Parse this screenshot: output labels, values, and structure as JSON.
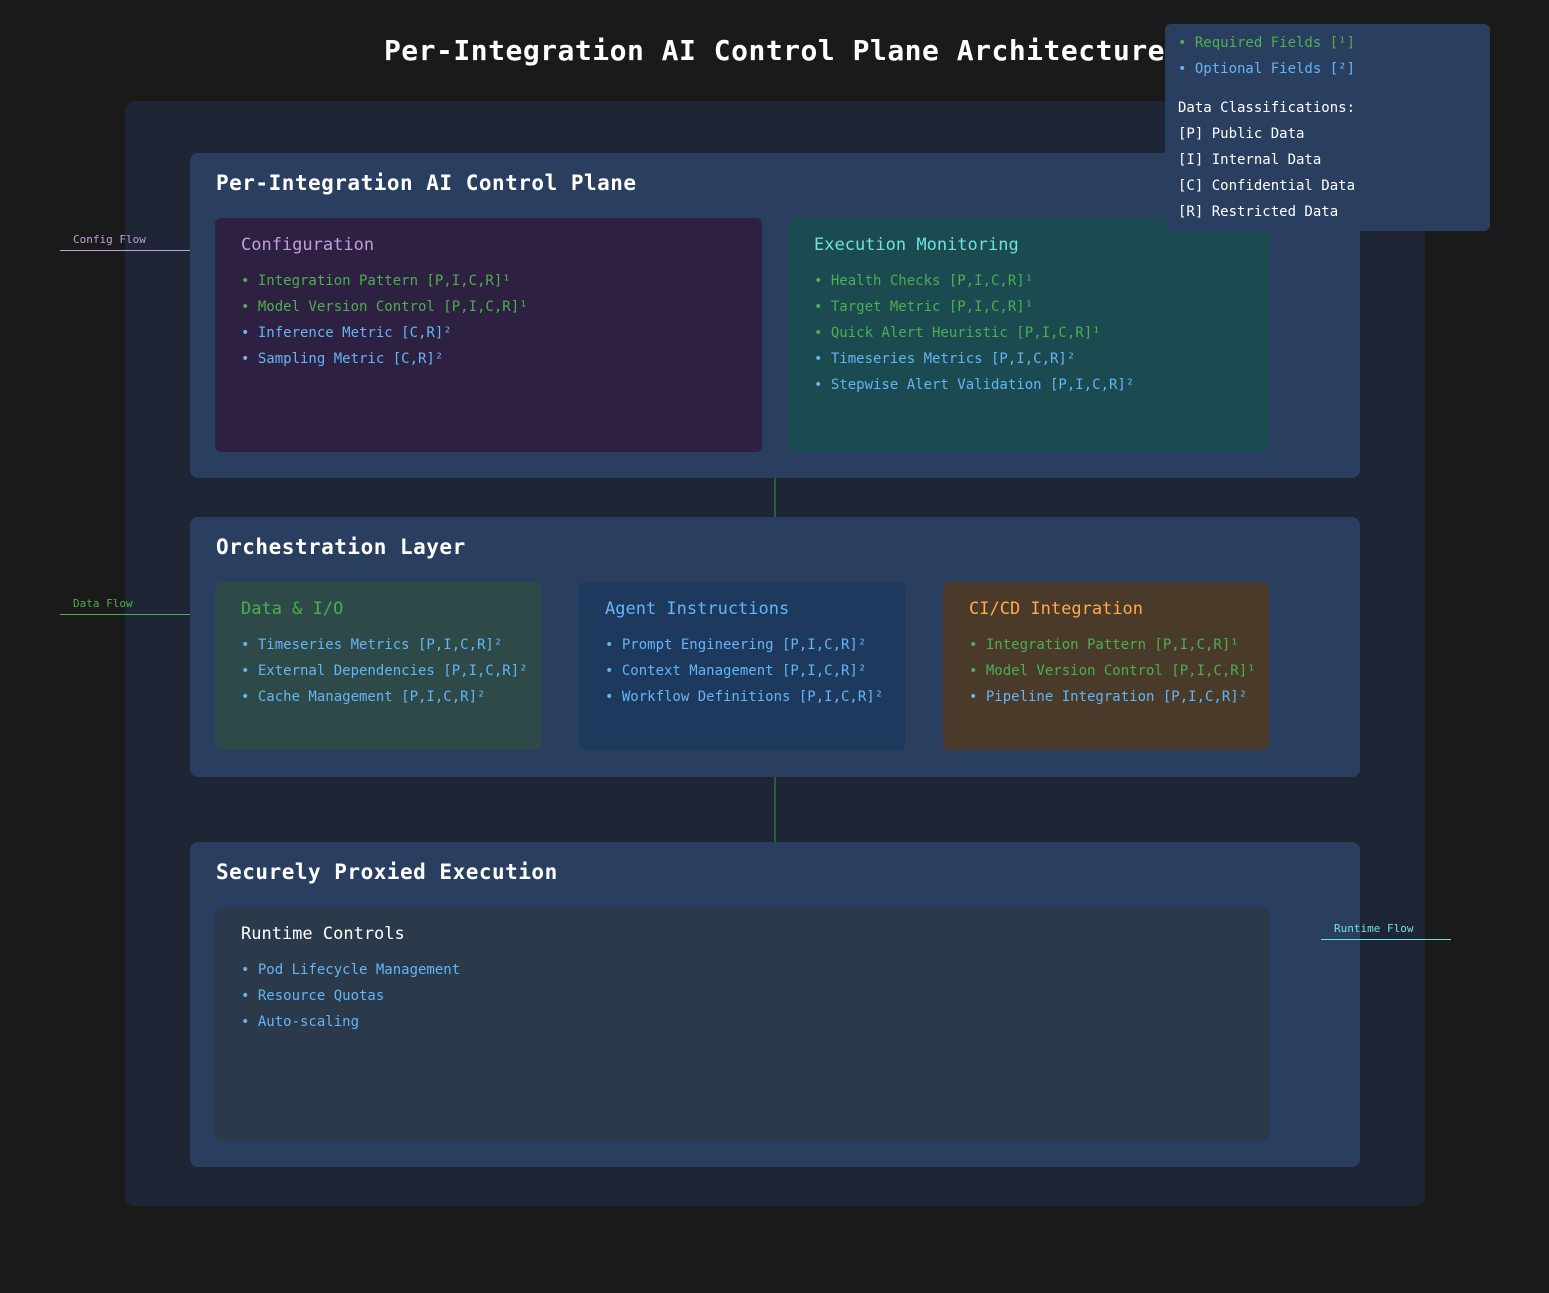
{
  "title": "Per-Integration AI Control Plane Architecture",
  "colors": {
    "background": "#1a1a1a",
    "outer_panel": "#1e2535",
    "layer": "#2a3f5f",
    "required": "#4caf50",
    "optional": "#64b5f6",
    "configuration_card": "#2d2040",
    "monitoring_card": "#1b4a50",
    "data_io_card": "#2d4a48",
    "agent_card": "#1d3a5e",
    "cicd_card": "#4a3a2a",
    "runtime_card": "#2a3a4a",
    "connector": "#2e5c3a"
  },
  "legend": {
    "required": "• Required Fields [¹]",
    "optional": "• Optional Fields [²]",
    "classifications_title": "Data Classifications:",
    "classifications": [
      "[P] Public Data",
      "[I] Internal Data",
      "[C] Confidential Data",
      "[R] Restricted Data"
    ]
  },
  "flows": {
    "config": "Config Flow",
    "data": "Data Flow",
    "runtime": "Runtime Flow"
  },
  "layers": {
    "control_plane": {
      "title": "Per-Integration AI Control Plane",
      "configuration": {
        "title": "Configuration",
        "items": [
          {
            "text": "• Integration Pattern [P,I,C,R]¹",
            "kind": "required"
          },
          {
            "text": "• Model Version Control [P,I,C,R]¹",
            "kind": "required"
          },
          {
            "text": "• Inference Metric [C,R]²",
            "kind": "optional"
          },
          {
            "text": "• Sampling Metric [C,R]²",
            "kind": "optional"
          }
        ]
      },
      "monitoring": {
        "title": "Execution Monitoring",
        "items": [
          {
            "text": "• Health Checks [P,I,C,R]¹",
            "kind": "required"
          },
          {
            "text": "• Target Metric [P,I,C,R]¹",
            "kind": "required"
          },
          {
            "text": "• Quick Alert Heuristic [P,I,C,R]¹",
            "kind": "required"
          },
          {
            "text": "• Timeseries Metrics [P,I,C,R]²",
            "kind": "optional"
          },
          {
            "text": "• Stepwise Alert Validation [P,I,C,R]²",
            "kind": "optional"
          }
        ]
      }
    },
    "orchestration": {
      "title": "Orchestration Layer",
      "data_io": {
        "title": "Data & I/O",
        "items": [
          {
            "text": "• Timeseries Metrics [P,I,C,R]²",
            "kind": "optional"
          },
          {
            "text": "• External Dependencies [P,I,C,R]²",
            "kind": "optional"
          },
          {
            "text": "• Cache Management [P,I,C,R]²",
            "kind": "optional"
          }
        ]
      },
      "agent": {
        "title": "Agent Instructions",
        "items": [
          {
            "text": "• Prompt Engineering [P,I,C,R]²",
            "kind": "optional"
          },
          {
            "text": "• Context Management [P,I,C,R]²",
            "kind": "optional"
          },
          {
            "text": "• Workflow Definitions [P,I,C,R]²",
            "kind": "optional"
          }
        ]
      },
      "cicd": {
        "title": "CI/CD Integration",
        "items": [
          {
            "text": "• Integration Pattern [P,I,C,R]¹",
            "kind": "required"
          },
          {
            "text": "• Model Version Control [P,I,C,R]¹",
            "kind": "required"
          },
          {
            "text": "• Pipeline Integration [P,I,C,R]²",
            "kind": "optional"
          }
        ]
      }
    },
    "execution": {
      "title": "Securely Proxied Execution",
      "runtime": {
        "title": "Runtime Controls",
        "items": [
          {
            "text": "• Pod Lifecycle Management",
            "kind": "optional"
          },
          {
            "text": "• Resource Quotas",
            "kind": "optional"
          },
          {
            "text": "• Auto-scaling",
            "kind": "optional"
          }
        ]
      }
    }
  }
}
